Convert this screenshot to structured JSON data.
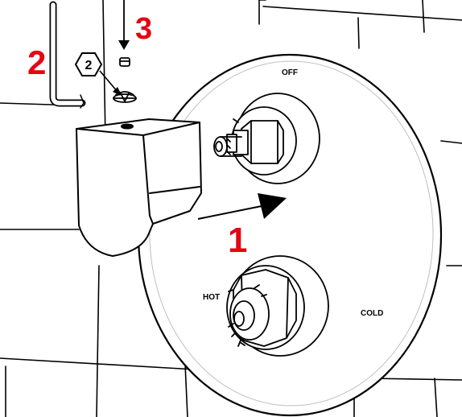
{
  "steps": {
    "step1": "1",
    "step2": "2",
    "step3": "3",
    "hex_badge": "2"
  },
  "plate_labels": {
    "off": "OFF",
    "hot": "HOT",
    "cold": "COLD"
  },
  "colors": {
    "step_numbers": "#e30613",
    "lines": "#000000",
    "background": "#ffffff"
  },
  "icons": {
    "allen_key": "allen-key-icon",
    "hex_badge": "hex-badge-icon",
    "screw": "grub-screw-icon"
  }
}
